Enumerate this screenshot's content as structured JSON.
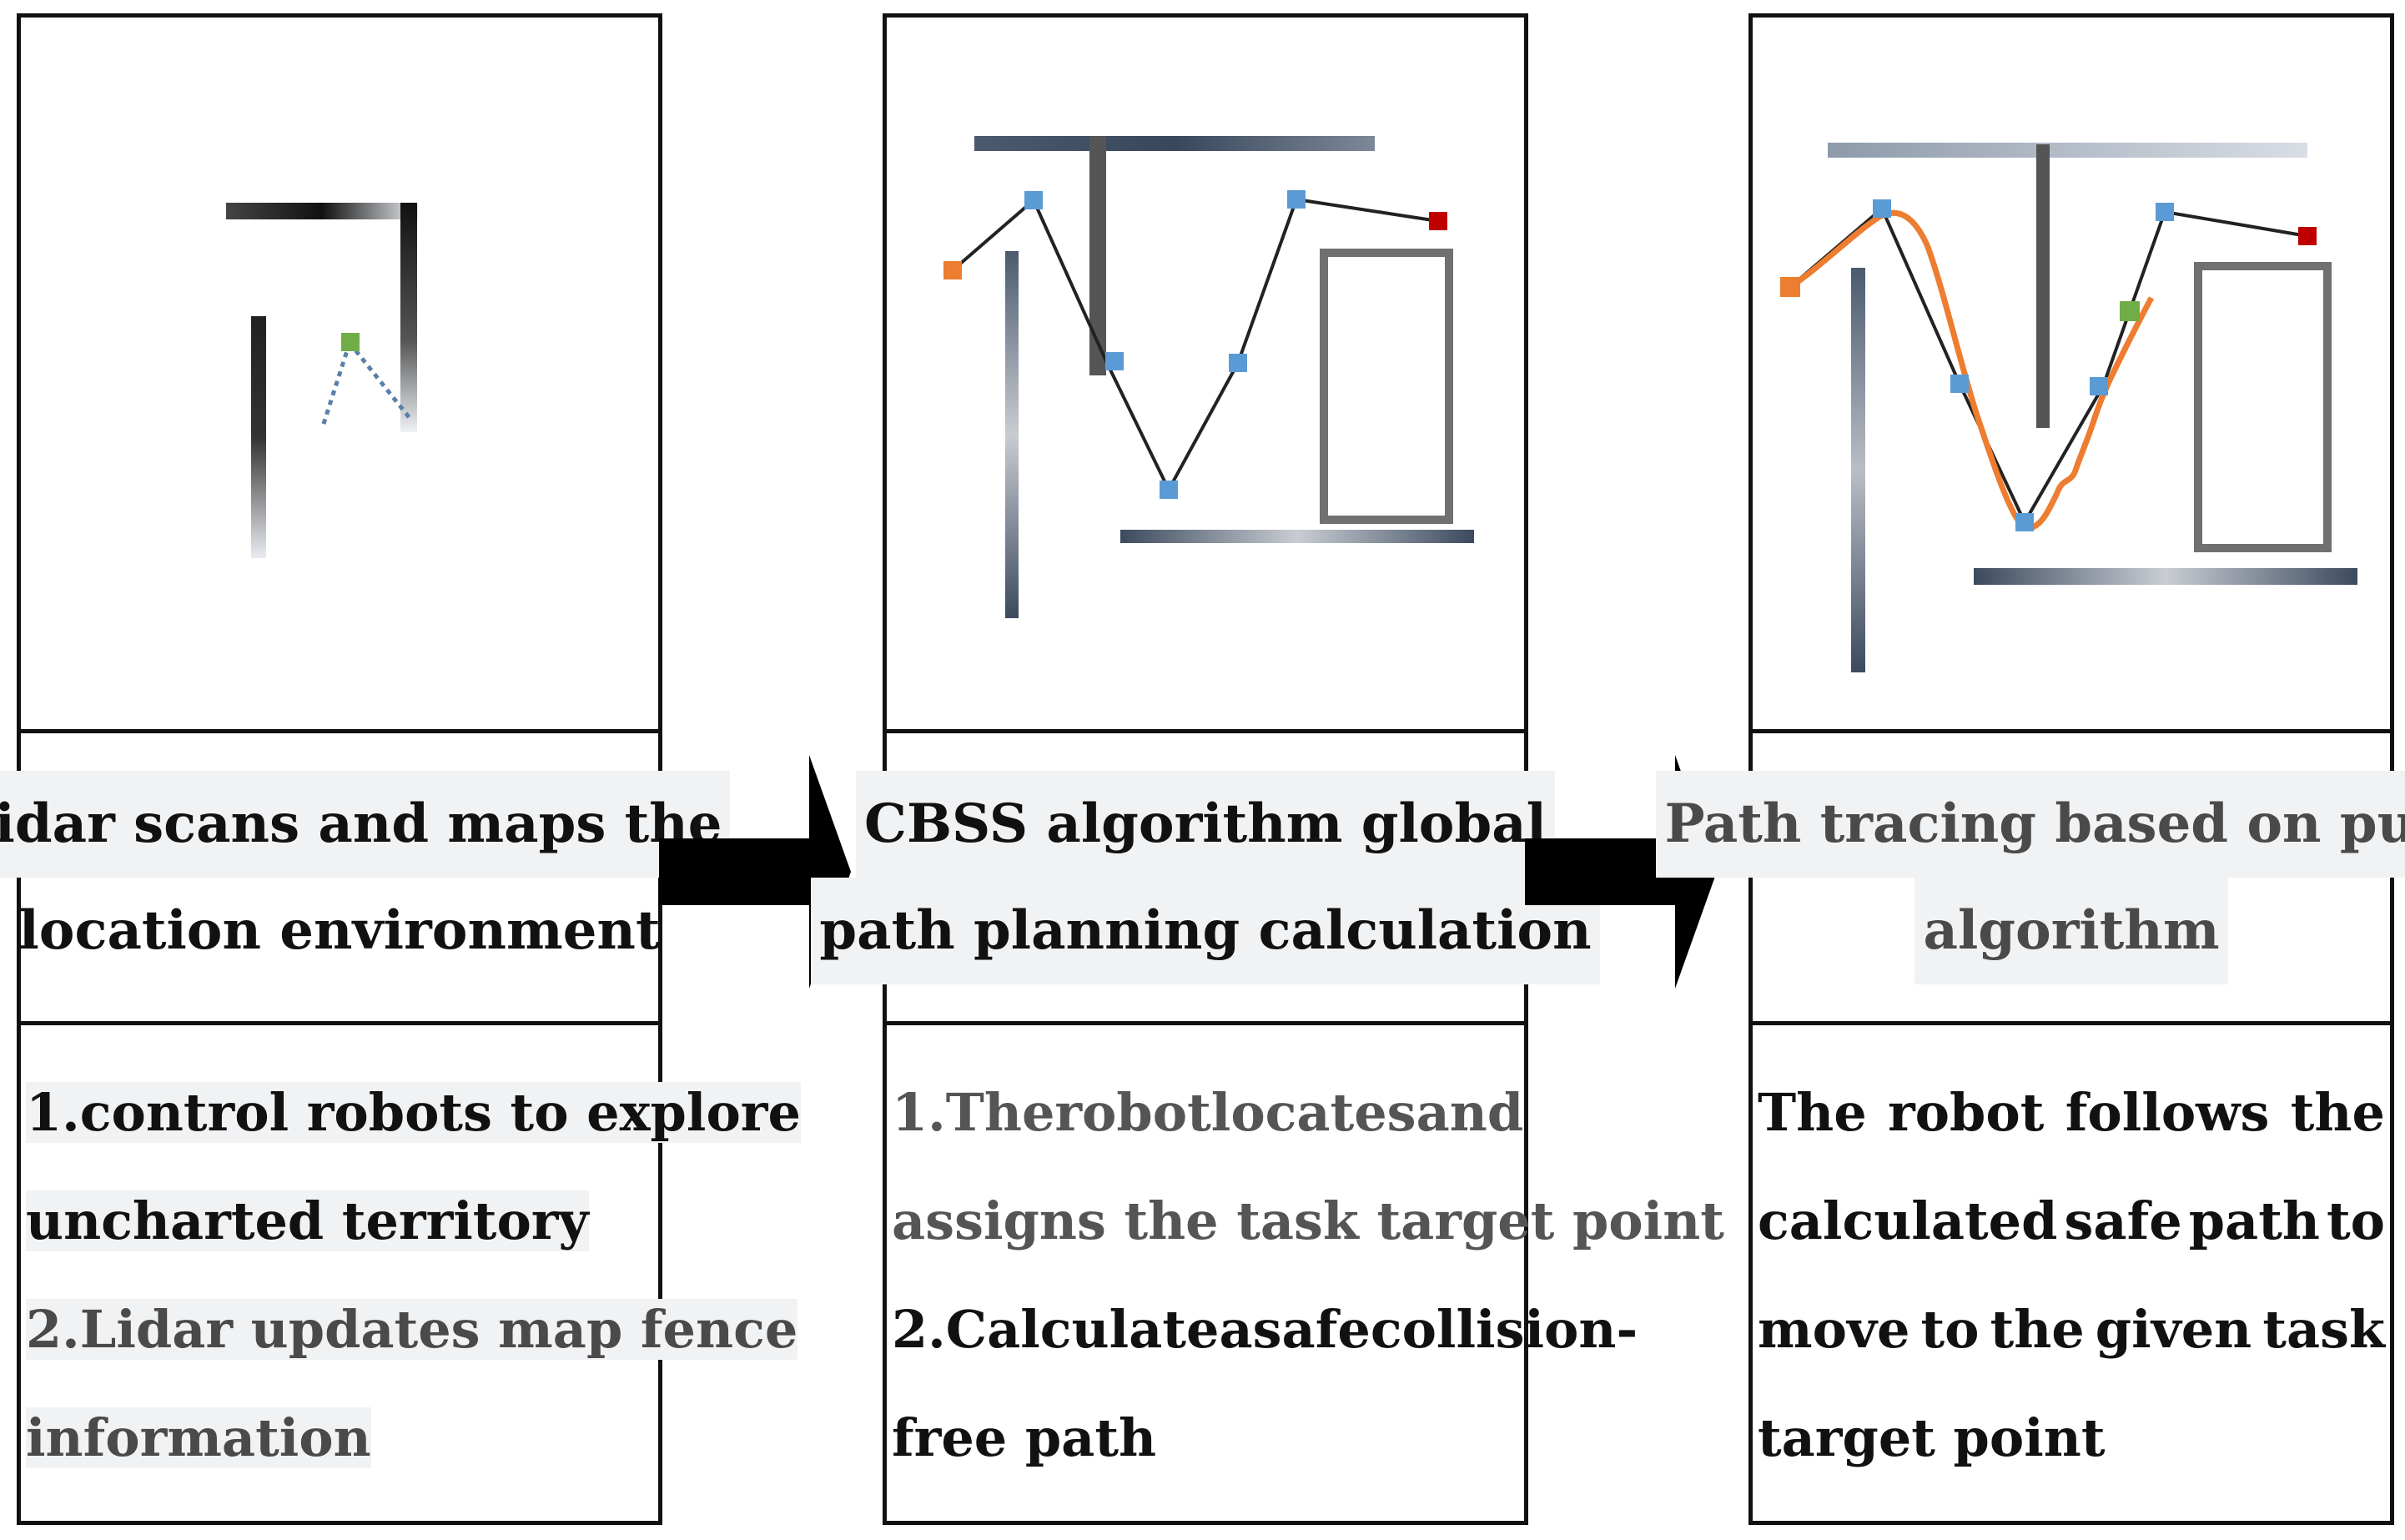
{
  "panels": [
    {
      "title_lines": [
        "Lidar scans and maps the",
        "location environment"
      ],
      "body_lines": [
        {
          "text": "1.control robots to explore",
          "words": []
        },
        {
          "text": "uncharted territory",
          "words": []
        },
        {
          "text": "2.Lidar updates map fence",
          "words": []
        },
        {
          "text": "information",
          "words": []
        }
      ]
    },
    {
      "title_lines": [
        "CBSS algorithm global",
        "path planning calculation"
      ],
      "body_lines": [
        {
          "text": "1.The robot locates and",
          "words": [
            "1.The",
            "robot",
            "locates",
            "and"
          ]
        },
        {
          "text": "assigns the task target point",
          "words": []
        },
        {
          "text": "2.Calculate a safe collision-",
          "words": [
            "2.Calculate",
            "a",
            "safe",
            "collision-"
          ]
        },
        {
          "text": "free path",
          "words": []
        }
      ]
    },
    {
      "title_lines": [
        "Path tracing based on pure",
        "algorithm"
      ],
      "body_lines": [
        {
          "text": "The robot follows the",
          "words": [
            "The",
            "robot",
            "follows",
            "the"
          ]
        },
        {
          "text": "calculated safe path to",
          "words": [
            "calculated",
            "safe",
            "path",
            "to"
          ]
        },
        {
          "text": "move to the given task",
          "words": [
            "move",
            "to",
            "the",
            "given",
            "task"
          ]
        },
        {
          "text": "target point",
          "words": []
        }
      ]
    }
  ],
  "colors": {
    "waypoint_blue": "#5b9bd5",
    "start_orange": "#ed7d31",
    "goal_red": "#c00000",
    "robot_green": "#70ad47",
    "trace_orange": "#ed7d31",
    "wall_dark": "#4a4a4a"
  },
  "icons": {
    "arrow_1": "right-arrow-icon",
    "arrow_2": "right-arrow-icon"
  }
}
